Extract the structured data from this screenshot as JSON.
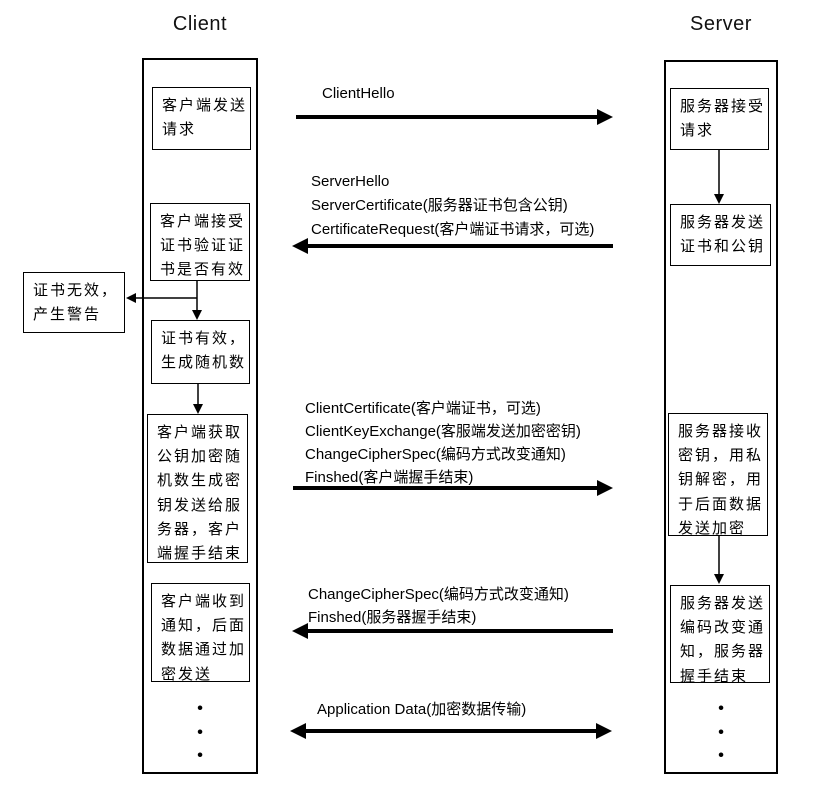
{
  "page": {
    "background": "#ffffff",
    "ink": "#000000"
  },
  "client": {
    "title": "Client",
    "boxes": [
      {
        "id": "send-request",
        "text": "客户端发送\n请求"
      },
      {
        "id": "verify-cert",
        "text": "客户端接受\n证书验证证\n书是否有效"
      },
      {
        "id": "cert-valid",
        "text": "证书有效，\n生成随机数"
      },
      {
        "id": "make-key",
        "text": "客户端获取\n公钥加密随\n机数生成密\n钥发送给服\n务器，客户\n端握手结束"
      },
      {
        "id": "notice-received",
        "text": "客户端收到\n通知，后面\n数据通过加\n密发送"
      }
    ],
    "ellipsis": "•\n•\n•"
  },
  "warning_box": {
    "text": "证书无效，\n产生警告"
  },
  "server": {
    "title": "Server",
    "boxes": [
      {
        "id": "accept-request",
        "text": "服务器接受\n请求"
      },
      {
        "id": "send-cert",
        "text": "服务器发送\n证书和公钥"
      },
      {
        "id": "receive-key",
        "text": "服务器接收\n密钥，用私\n钥解密，用\n于后面数据\n发送加密"
      },
      {
        "id": "send-change",
        "text": "服务器发送\n编码改变通\n知，服务器\n握手结束"
      }
    ],
    "ellipsis": "•\n•\n•"
  },
  "messages": [
    {
      "direction": "right",
      "label": "ClientHello"
    },
    {
      "direction": "left",
      "label": "ServerHello\nServerCertificate(服务器证书包含公钥)\nCertificateRequest(客户端证书请求，可选)"
    },
    {
      "direction": "right",
      "label": "ClientCertificate(客户端证书，可选)\nClientKeyExchange(客服端发送加密密钥)\nChangeCipherSpec(编码方式改变通知)\nFinshed(客户端握手结束)"
    },
    {
      "direction": "left",
      "label": "ChangeCipherSpec(编码方式改变通知)\nFinshed(服务器握手结束)"
    },
    {
      "direction": "both",
      "label": "Application Data(加密数据传输)"
    }
  ]
}
